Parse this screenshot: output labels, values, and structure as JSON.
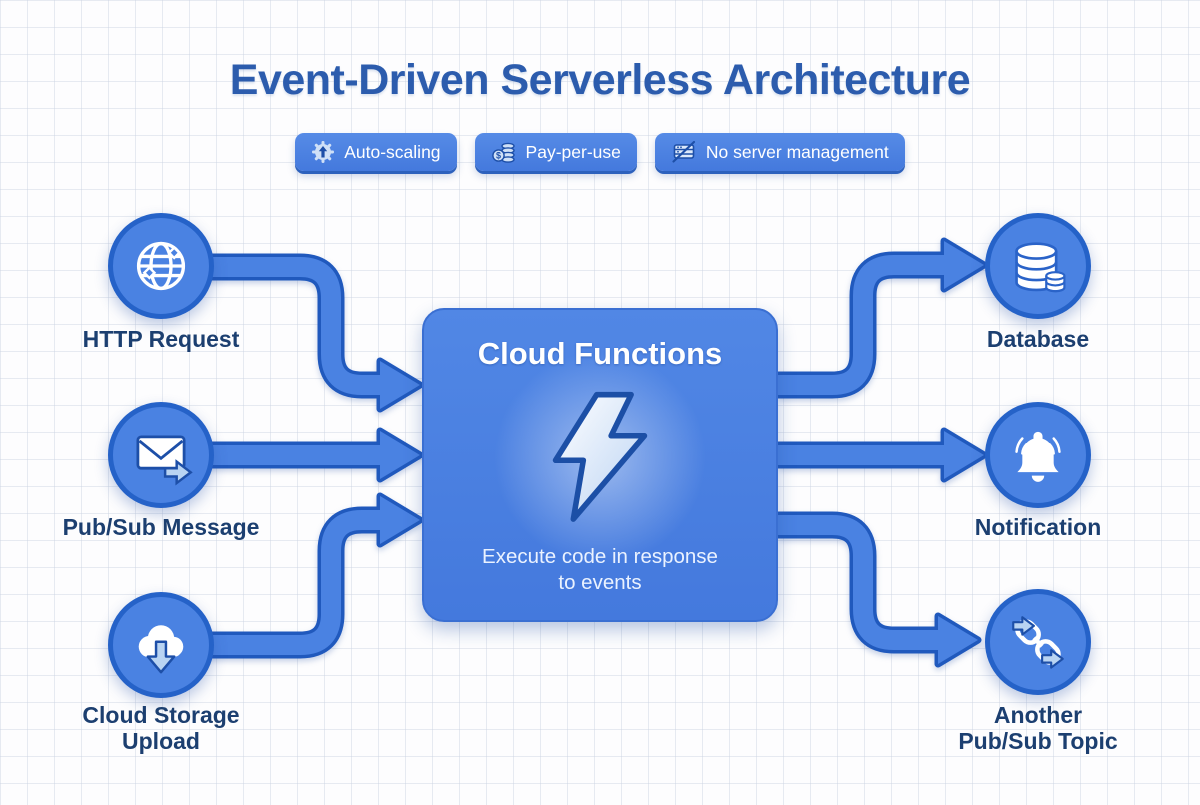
{
  "title": "Event-Driven Serverless Architecture",
  "badges": [
    {
      "label": "Auto-scaling",
      "icon": "gear-up-arrow-icon"
    },
    {
      "label": "Pay-per-use",
      "icon": "coins-dollar-icon"
    },
    {
      "label": "No server management",
      "icon": "server-slash-icon"
    }
  ],
  "sources": [
    {
      "label": "HTTP Request",
      "icon": "globe-icon"
    },
    {
      "label": "Pub/Sub Message",
      "icon": "envelope-arrow-icon"
    },
    {
      "label": "Cloud Storage Upload",
      "icon": "cloud-upload-icon"
    }
  ],
  "center": {
    "title": "Cloud Functions",
    "icon": "lightning-bolt-icon",
    "description": "Execute code in response to events"
  },
  "targets": [
    {
      "label": "Database",
      "icon": "database-icon"
    },
    {
      "label": "Notification",
      "icon": "bell-icon"
    },
    {
      "label": "Another Pub/Sub Topic",
      "icon": "chain-link-icon"
    }
  ],
  "colors": {
    "node_fill": "#4a82e2",
    "node_stroke": "#2562c8",
    "edge_outline": "#2059bd",
    "title_text": "#2c5cad",
    "label_text": "#1c3f70",
    "badge_text": "#ffffff",
    "icon_light": "#b9d4f2",
    "icon_dark": "#1d4fa8"
  }
}
